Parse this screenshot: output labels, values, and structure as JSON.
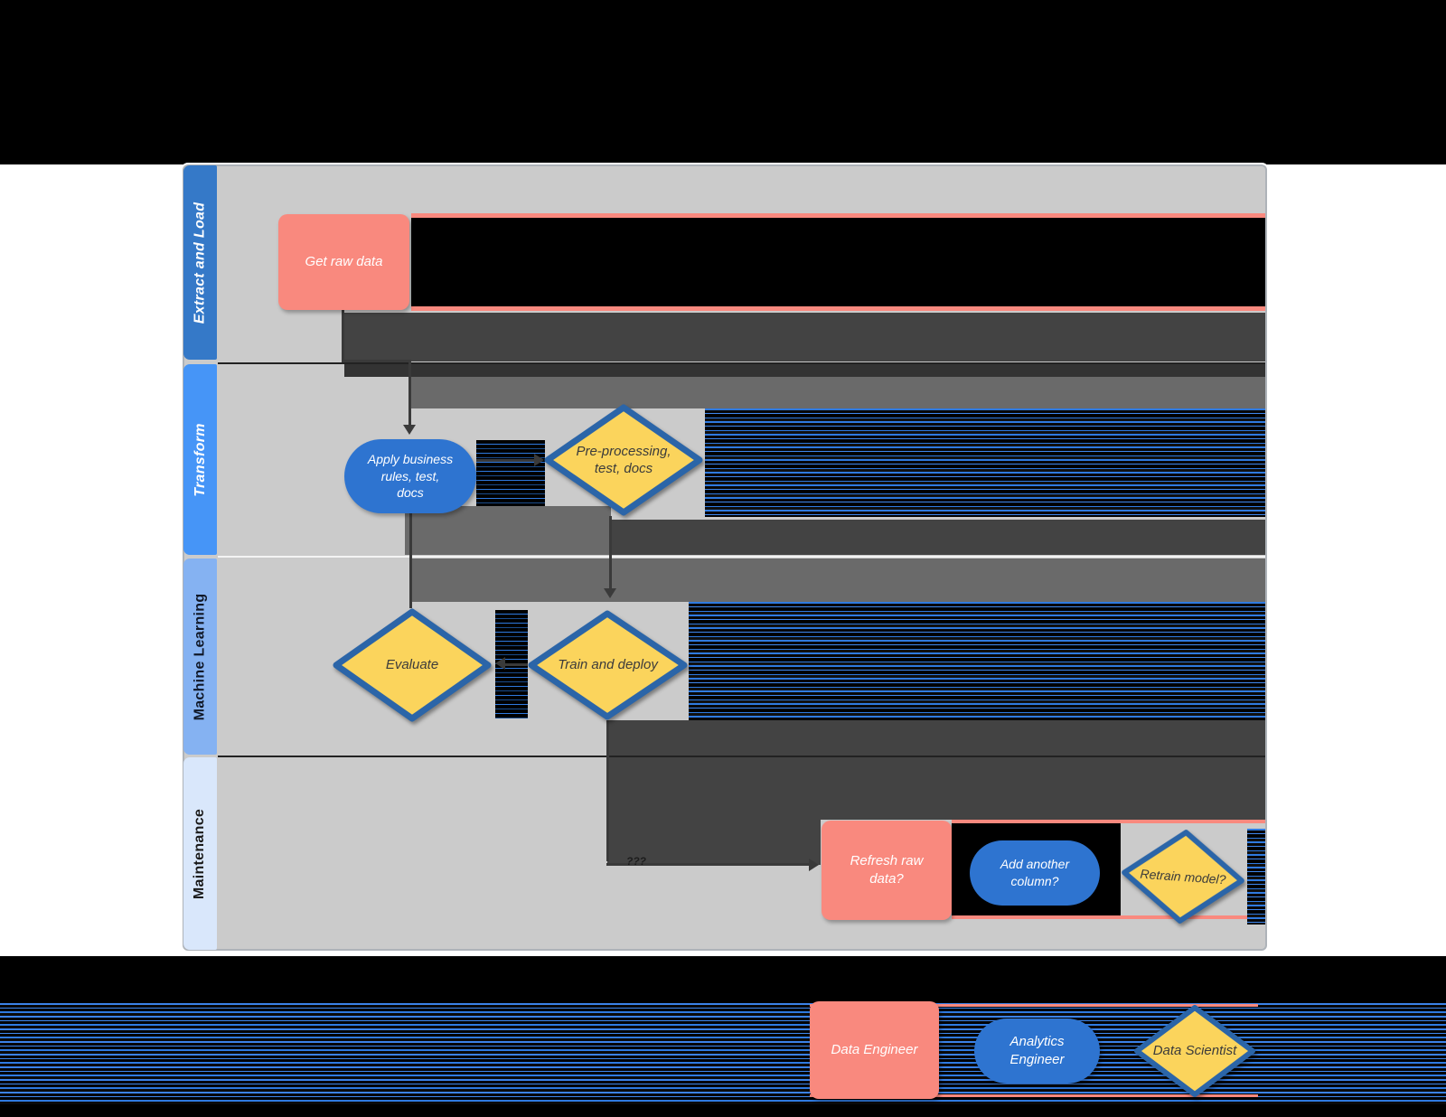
{
  "lanes": [
    {
      "label": "Extract and Load"
    },
    {
      "label": "Transform"
    },
    {
      "label": "Machine Learning"
    },
    {
      "label": "Maintenance"
    }
  ],
  "nodes": {
    "get_raw_data": {
      "label": "Get raw data",
      "type": "process"
    },
    "apply_business_rules": {
      "label": "Apply business\nrules, test,\ndocs",
      "type": "pill"
    },
    "preprocessing": {
      "label": "Pre-processing,\ntest, docs",
      "type": "decision"
    },
    "evaluate": {
      "label": "Evaluate",
      "type": "decision"
    },
    "train_deploy": {
      "label": "Train and deploy",
      "type": "decision"
    },
    "refresh_raw_data": {
      "label": "Refresh raw\ndata?",
      "type": "process"
    },
    "add_another_column": {
      "label": "Add another\ncolumn?",
      "type": "pill"
    },
    "retrain_model": {
      "label": "Retrain model?",
      "type": "decision"
    }
  },
  "connectors": {
    "maintenance_loop_label": "???"
  },
  "legend": {
    "data_engineer": {
      "label": "Data Engineer"
    },
    "analytics_engineer": {
      "label": "Analytics\nEngineer"
    },
    "data_scientist": {
      "label": "Data Scientist"
    }
  },
  "colors": {
    "lane_header_1": "#3579c8",
    "lane_header_2": "#4695f7",
    "lane_header_3": "#85b2f2",
    "lane_header_4": "#d9e7fb",
    "lane_body": "#cbcbcb",
    "process_fill": "#f9897e",
    "pill_fill": "#2e74d0",
    "decision_fill": "#fbd45c",
    "decision_border": "#2b65a8",
    "connector": "#3a3a3a",
    "page_band": "#000000"
  }
}
